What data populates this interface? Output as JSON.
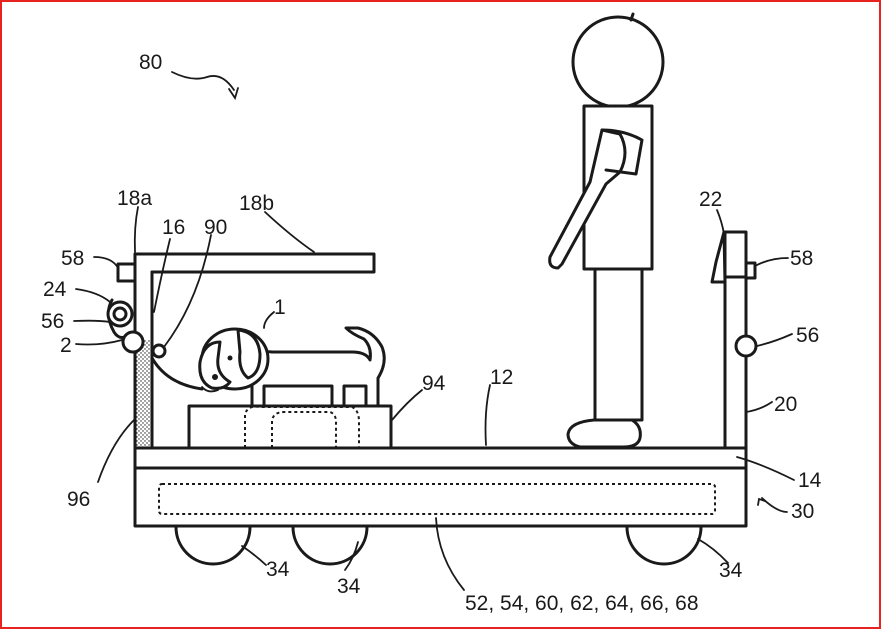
{
  "frame": {
    "border_color": "#e8231f"
  },
  "labels": {
    "l80": "80",
    "l18a": "18a",
    "l18b": "18b",
    "l16": "16",
    "l90": "90",
    "l58_left": "58",
    "l24": "24",
    "l56_left": "56",
    "l2": "2",
    "l1": "1",
    "l94": "94",
    "l12": "12",
    "l96": "96",
    "l22": "22",
    "l58_right": "58",
    "l56_right": "56",
    "l20": "20",
    "l14": "14",
    "l30": "30",
    "l34_a": "34",
    "l34_b": "34",
    "l34_c": "34",
    "l_parts": "52, 54, 60, 62, 64, 66, 68"
  }
}
